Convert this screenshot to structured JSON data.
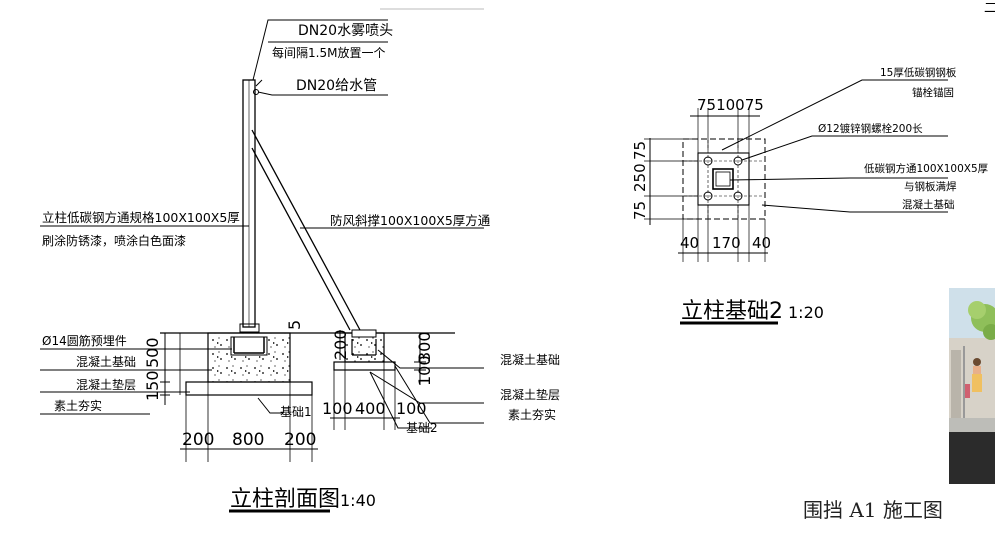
{
  "section": {
    "top_labels": [
      "DN20水雾喷头",
      "每间隔1.5M放置一个",
      "DN20给水管"
    ],
    "left_labels": [
      "立柱低碳钢方通规格100X100X5厚",
      "刷涂防锈漆，喷涂白色面漆",
      "Ø14圆筋预埋件",
      "混凝土基础",
      "混凝土垫层",
      "素土夯实"
    ],
    "brace_label": "防风斜撑100X100X5厚方通",
    "right_labels": [
      "混凝土基础",
      "混凝土垫层",
      "素土夯实"
    ],
    "footing_labels": [
      "基础1",
      "基础2"
    ],
    "dims_vertical_left": [
      "500",
      "150"
    ],
    "dims_small": [
      "5",
      "200",
      "300",
      "100"
    ],
    "dims_bottom_1": [
      "200",
      "800",
      "200"
    ],
    "dims_bottom_2": [
      "100",
      "400",
      "100"
    ],
    "title": "立柱剖面图",
    "scale": "1:40"
  },
  "plan": {
    "callouts": [
      "15厚低碳钢钢板",
      "锚栓锚固",
      "Ø12镀锌钢螺栓200长",
      "低碳钢方通100X100X5厚",
      "与钢板满焊",
      "混凝土基础"
    ],
    "dims_top": "7510075",
    "dims_left": [
      "75",
      "250",
      "75"
    ],
    "dims_bottom": [
      "40",
      "170",
      "40"
    ],
    "title": "立柱基础2",
    "scale": "1:20"
  },
  "sheet_title": "围挡 A1 施工图",
  "corner_mark": "二"
}
